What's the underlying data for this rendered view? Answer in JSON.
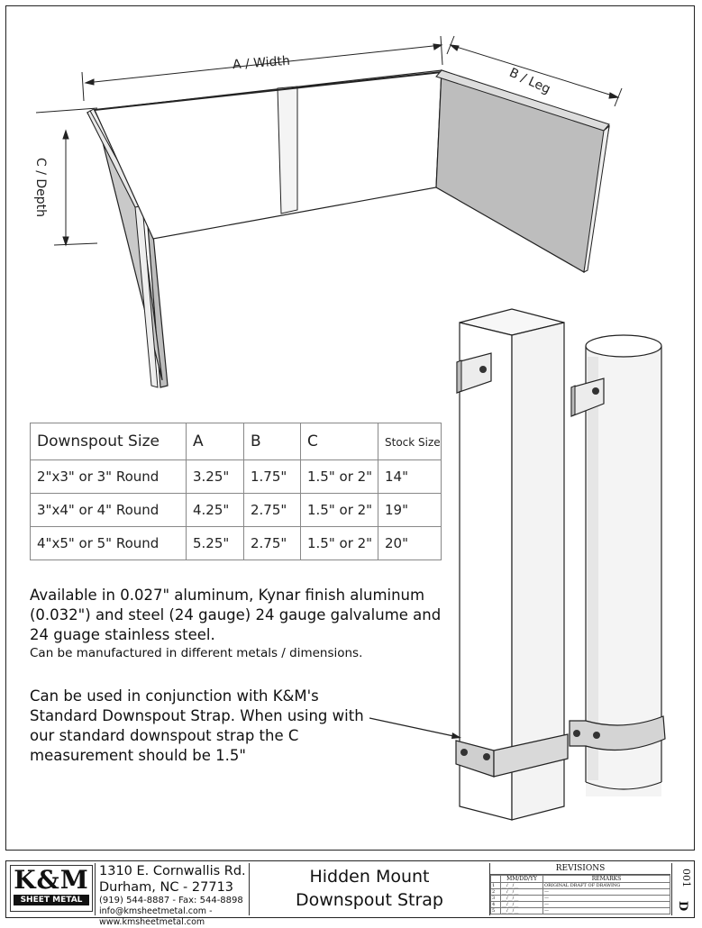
{
  "dimensions": {
    "width_label": "A / Width",
    "leg_label": "B / Leg",
    "depth_label": "C / Depth"
  },
  "spec_table": {
    "headers": [
      "Downspout Size",
      "A",
      "B",
      "C",
      "Stock Size"
    ],
    "rows": [
      [
        "2\"x3\" or 3\" Round",
        "3.25\"",
        "1.75\"",
        "1.5\" or 2\"",
        "14\""
      ],
      [
        "3\"x4\" or 4\" Round",
        "4.25\"",
        "2.75\"",
        "1.5\" or 2\"",
        "19\""
      ],
      [
        "4\"x5\" or 5\" Round",
        "5.25\"",
        "2.75\"",
        "1.5\" or 2\"",
        "20\""
      ]
    ]
  },
  "notes": {
    "availability": "Available in 0.027\" aluminum, Kynar finish aluminum (0.032\") and steel (24 gauge) 24 gauge galvalume and 24 guage stainless steel.",
    "custom": "Can be manufactured in different metals / dimensions.",
    "conjunction": "Can be used in conjunction with K&M's Standard Downspout Strap.  When using with our standard downspout strap the C measurement should be 1.5\""
  },
  "title_block": {
    "logo_text": "K&M",
    "logo_sub": "SHEET METAL",
    "address_line1": "1310 E. Cornwallis Rd.",
    "address_line2": "Durham, NC - 27713",
    "phone": "(919) 544-8887 - Fax: 544-8898",
    "web": "info@kmsheetmetal.com - www.kmsheetmetal.com",
    "title_line1": "Hidden Mount",
    "title_line2": "Downspout Strap",
    "revisions_title": "REVISIONS",
    "rev_col_date": "MM/DD/YY",
    "rev_col_remarks": "REMARKS",
    "rev_date_placeholder": "__/__/__",
    "rev_first_remark": "ORIGINAL DRAFT OF DRAWING",
    "rev_empty_remark": "—",
    "sheet_number": "001",
    "sheet_letter": "D"
  },
  "colors": {
    "panel_gray": "#bdbdbd",
    "panel_light": "#f4f4f4",
    "line": "#222222"
  }
}
